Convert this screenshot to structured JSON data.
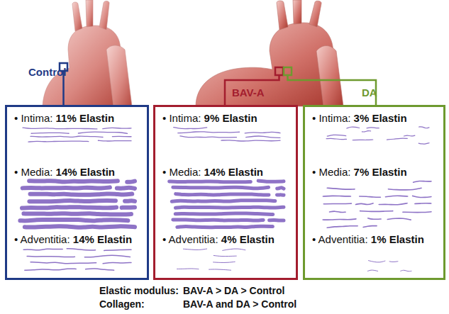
{
  "diagram": {
    "nodes": [
      {
        "text": [
          "Control",
          "• Intima: 11% Elastin",
          "• Media: 14% Elastin",
          "• Adventitia: 14% Elastin"
        ]
      },
      {
        "text": [
          "BAV-A",
          "• Intima: 9% Elastin",
          "• Media: 14% Elastin",
          "• Adventitia: 4% Elastin"
        ]
      },
      {
        "text": [
          "DA",
          "• Intima: 3% Elastin",
          "• Media: 7% Elastin",
          "• Adventitia: 1% Elastin"
        ]
      }
    ],
    "labels": [
      "Elastic modulus:",
      "BAV-A > DA > Control",
      "Collagen:",
      "BAV-A and DA > Control"
    ]
  }
}
